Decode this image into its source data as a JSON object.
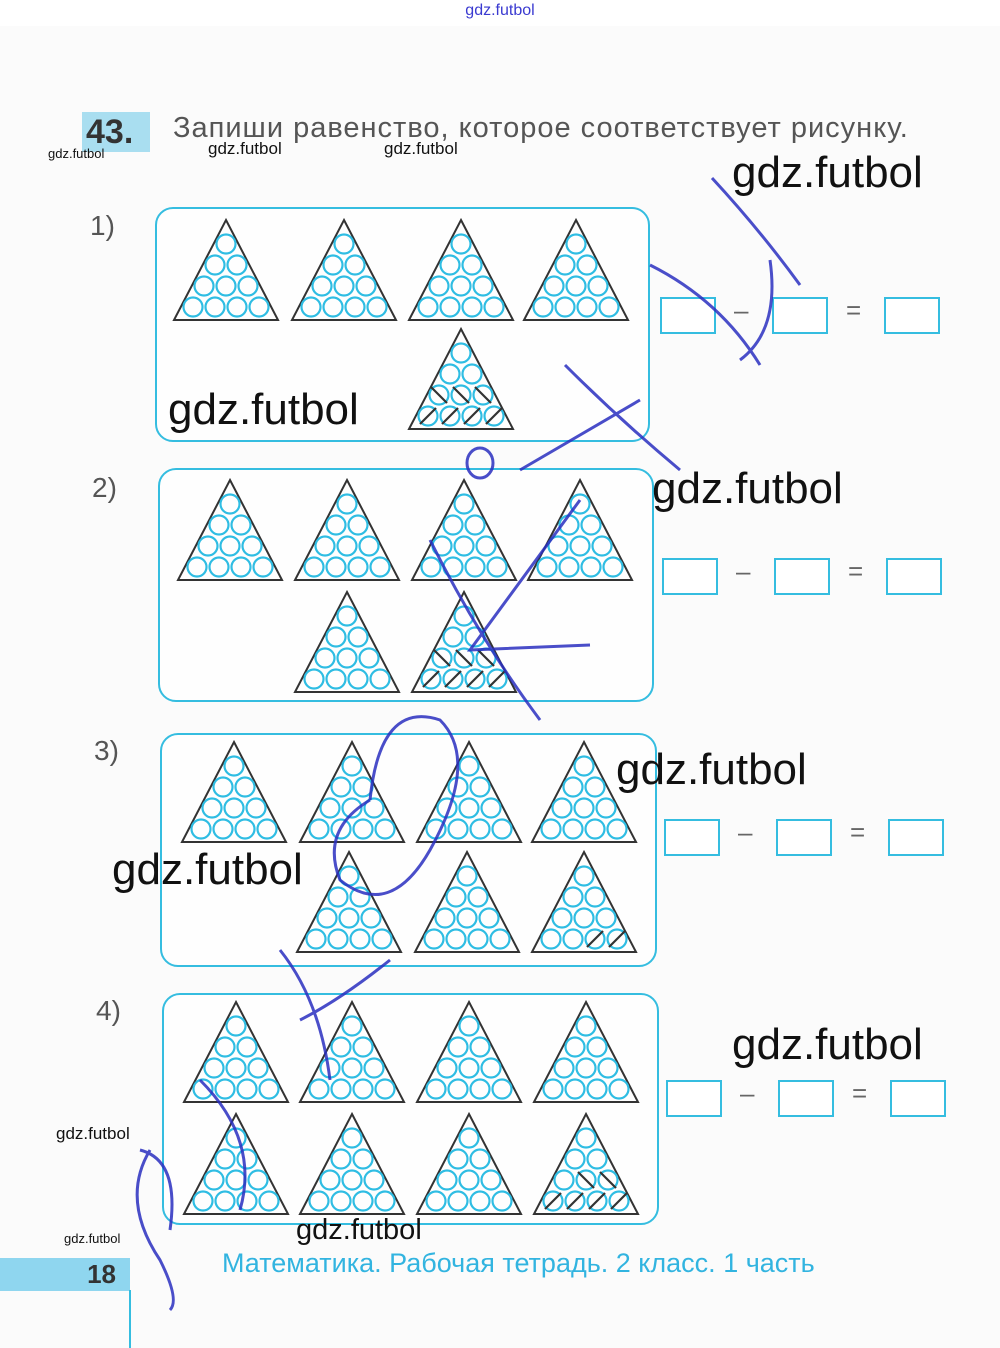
{
  "watermark_top": "gdz.futbol",
  "exercise": {
    "number": "43.",
    "text": "Запиши равенство, которое соответствует рисунку."
  },
  "tasks": [
    {
      "label": "1)",
      "triangles": 5,
      "crossed_in_last": 7,
      "equation": {
        "minus": "–",
        "equals": "="
      }
    },
    {
      "label": "2)",
      "triangles": 6,
      "crossed_in_last": 7,
      "equation": {
        "minus": "–",
        "equals": "="
      }
    },
    {
      "label": "3)",
      "triangles": 7,
      "crossed_in_last": 2,
      "equation": {
        "minus": "–",
        "equals": "="
      }
    },
    {
      "label": "4)",
      "triangles": 8,
      "crossed_in_last": 6,
      "equation": {
        "minus": "–",
        "equals": "="
      }
    }
  ],
  "watermarks": [
    "gdz.futbol",
    "gdz.futbol",
    "gdz.futbol",
    "gdz.futbol",
    "gdz.futbol",
    "gdz.futbol",
    "gdz.futbol",
    "gdz.futbol",
    "gdz.futbol",
    "gdz.futbol",
    "gdz.futbol"
  ],
  "footer": {
    "page": "18",
    "title": "Математика. Рабочая тетрадь. 2 класс. 1 часть"
  },
  "colors": {
    "accent": "#35bde0",
    "pen": "#2a2fc0"
  }
}
